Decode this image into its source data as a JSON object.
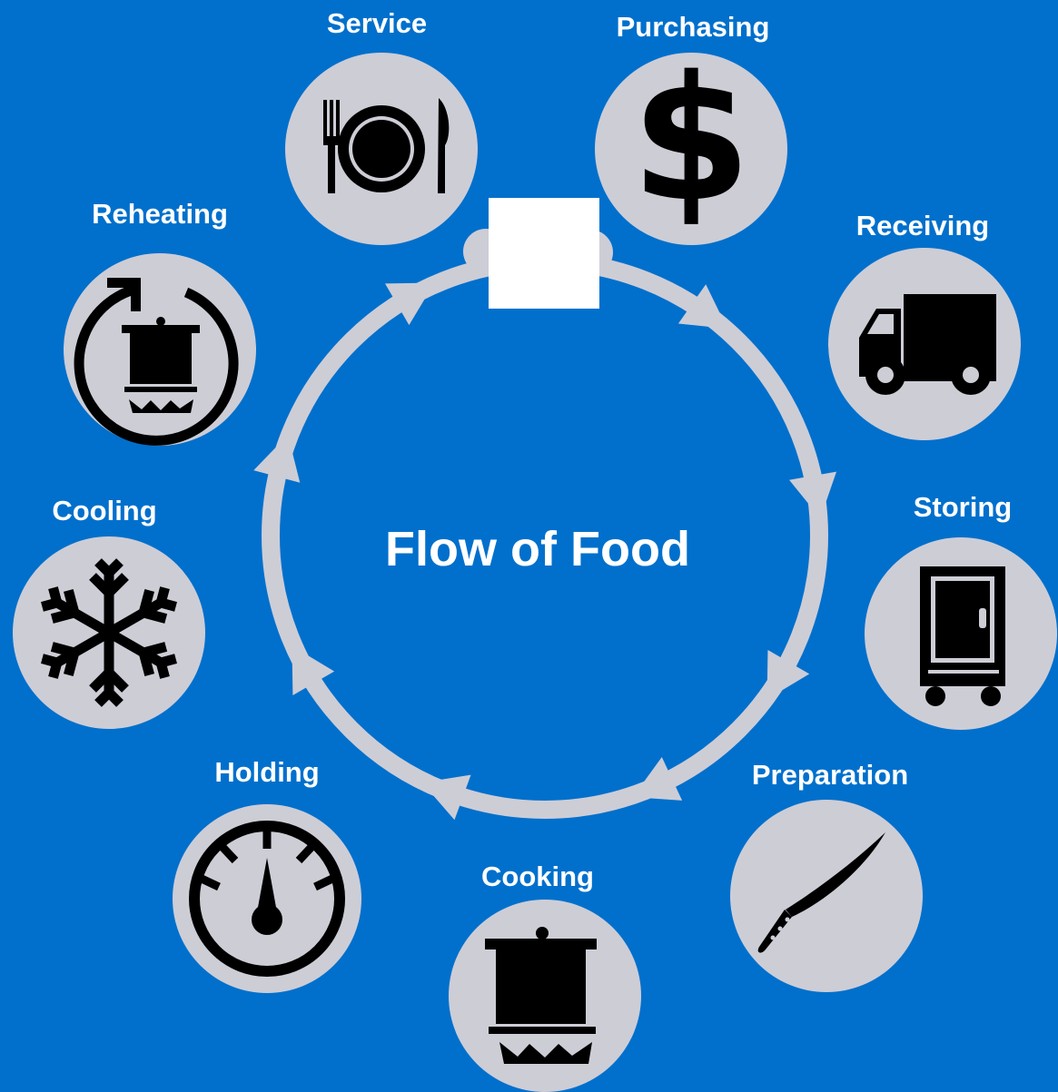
{
  "title": "Flow of Food",
  "colors": {
    "background": "#0070CC",
    "ring": "#CDCDD6",
    "icon": "#000000",
    "text": "#FFFFFF"
  },
  "steps": [
    {
      "label": "Purchasing",
      "icon": "dollar-icon"
    },
    {
      "label": "Receiving",
      "icon": "truck-icon"
    },
    {
      "label": "Storing",
      "icon": "refrigerator-icon"
    },
    {
      "label": "Preparation",
      "icon": "knife-icon"
    },
    {
      "label": "Cooking",
      "icon": "cooking-pot-icon"
    },
    {
      "label": "Holding",
      "icon": "gauge-icon"
    },
    {
      "label": "Cooling",
      "icon": "snowflake-icon"
    },
    {
      "label": "Reheating",
      "icon": "reheat-pot-icon"
    },
    {
      "label": "Service",
      "icon": "plate-utensils-icon"
    }
  ]
}
